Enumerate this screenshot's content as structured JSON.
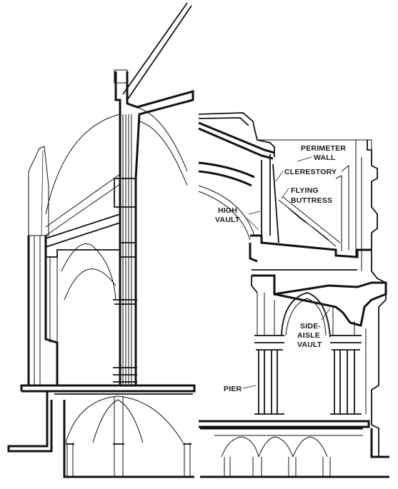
{
  "labels": {
    "perimeter_1": "PERIMETER",
    "perimeter_2": "WALL",
    "clerestory": "CLERESTORY",
    "flying_1": "FLYING",
    "flying_2": "BUTTRESS",
    "high_1": "HIGH",
    "high_2": "VAULT",
    "side_1": "SIDE-",
    "side_2": "AISLE",
    "side_3": "VAULT",
    "pier": "PIER"
  }
}
